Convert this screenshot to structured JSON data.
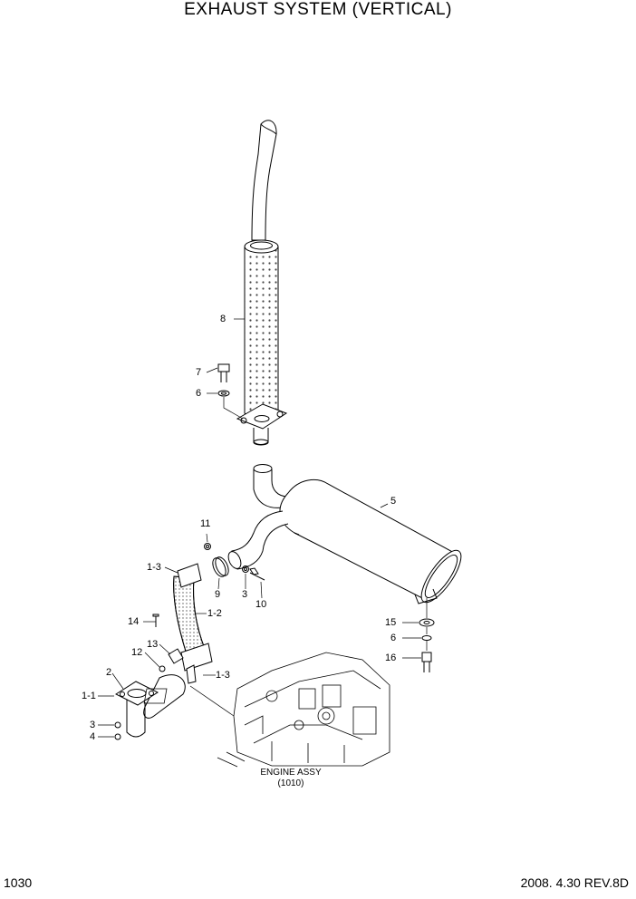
{
  "diagram": {
    "title": "EXHAUST SYSTEM (VERTICAL)",
    "page_number": "1030",
    "revision": "2008. 4.30  REV.8D",
    "engine_assy": {
      "name": "ENGINE ASSY",
      "ref": "(1010)"
    },
    "callouts": [
      {
        "id": "8",
        "label": "8"
      },
      {
        "id": "7",
        "label": "7"
      },
      {
        "id": "6a",
        "label": "6"
      },
      {
        "id": "5",
        "label": "5"
      },
      {
        "id": "11",
        "label": "11"
      },
      {
        "id": "1-3a",
        "label": "1-3"
      },
      {
        "id": "9",
        "label": "9"
      },
      {
        "id": "3a",
        "label": "3"
      },
      {
        "id": "10",
        "label": "10"
      },
      {
        "id": "1-2",
        "label": "1-2"
      },
      {
        "id": "14",
        "label": "14"
      },
      {
        "id": "15",
        "label": "15"
      },
      {
        "id": "6b",
        "label": "6"
      },
      {
        "id": "16",
        "label": "16"
      },
      {
        "id": "13",
        "label": "13"
      },
      {
        "id": "12",
        "label": "12"
      },
      {
        "id": "1-3b",
        "label": "1-3"
      },
      {
        "id": "2",
        "label": "2"
      },
      {
        "id": "1-1",
        "label": "1-1"
      },
      {
        "id": "3b",
        "label": "3"
      },
      {
        "id": "4",
        "label": "4"
      }
    ]
  }
}
